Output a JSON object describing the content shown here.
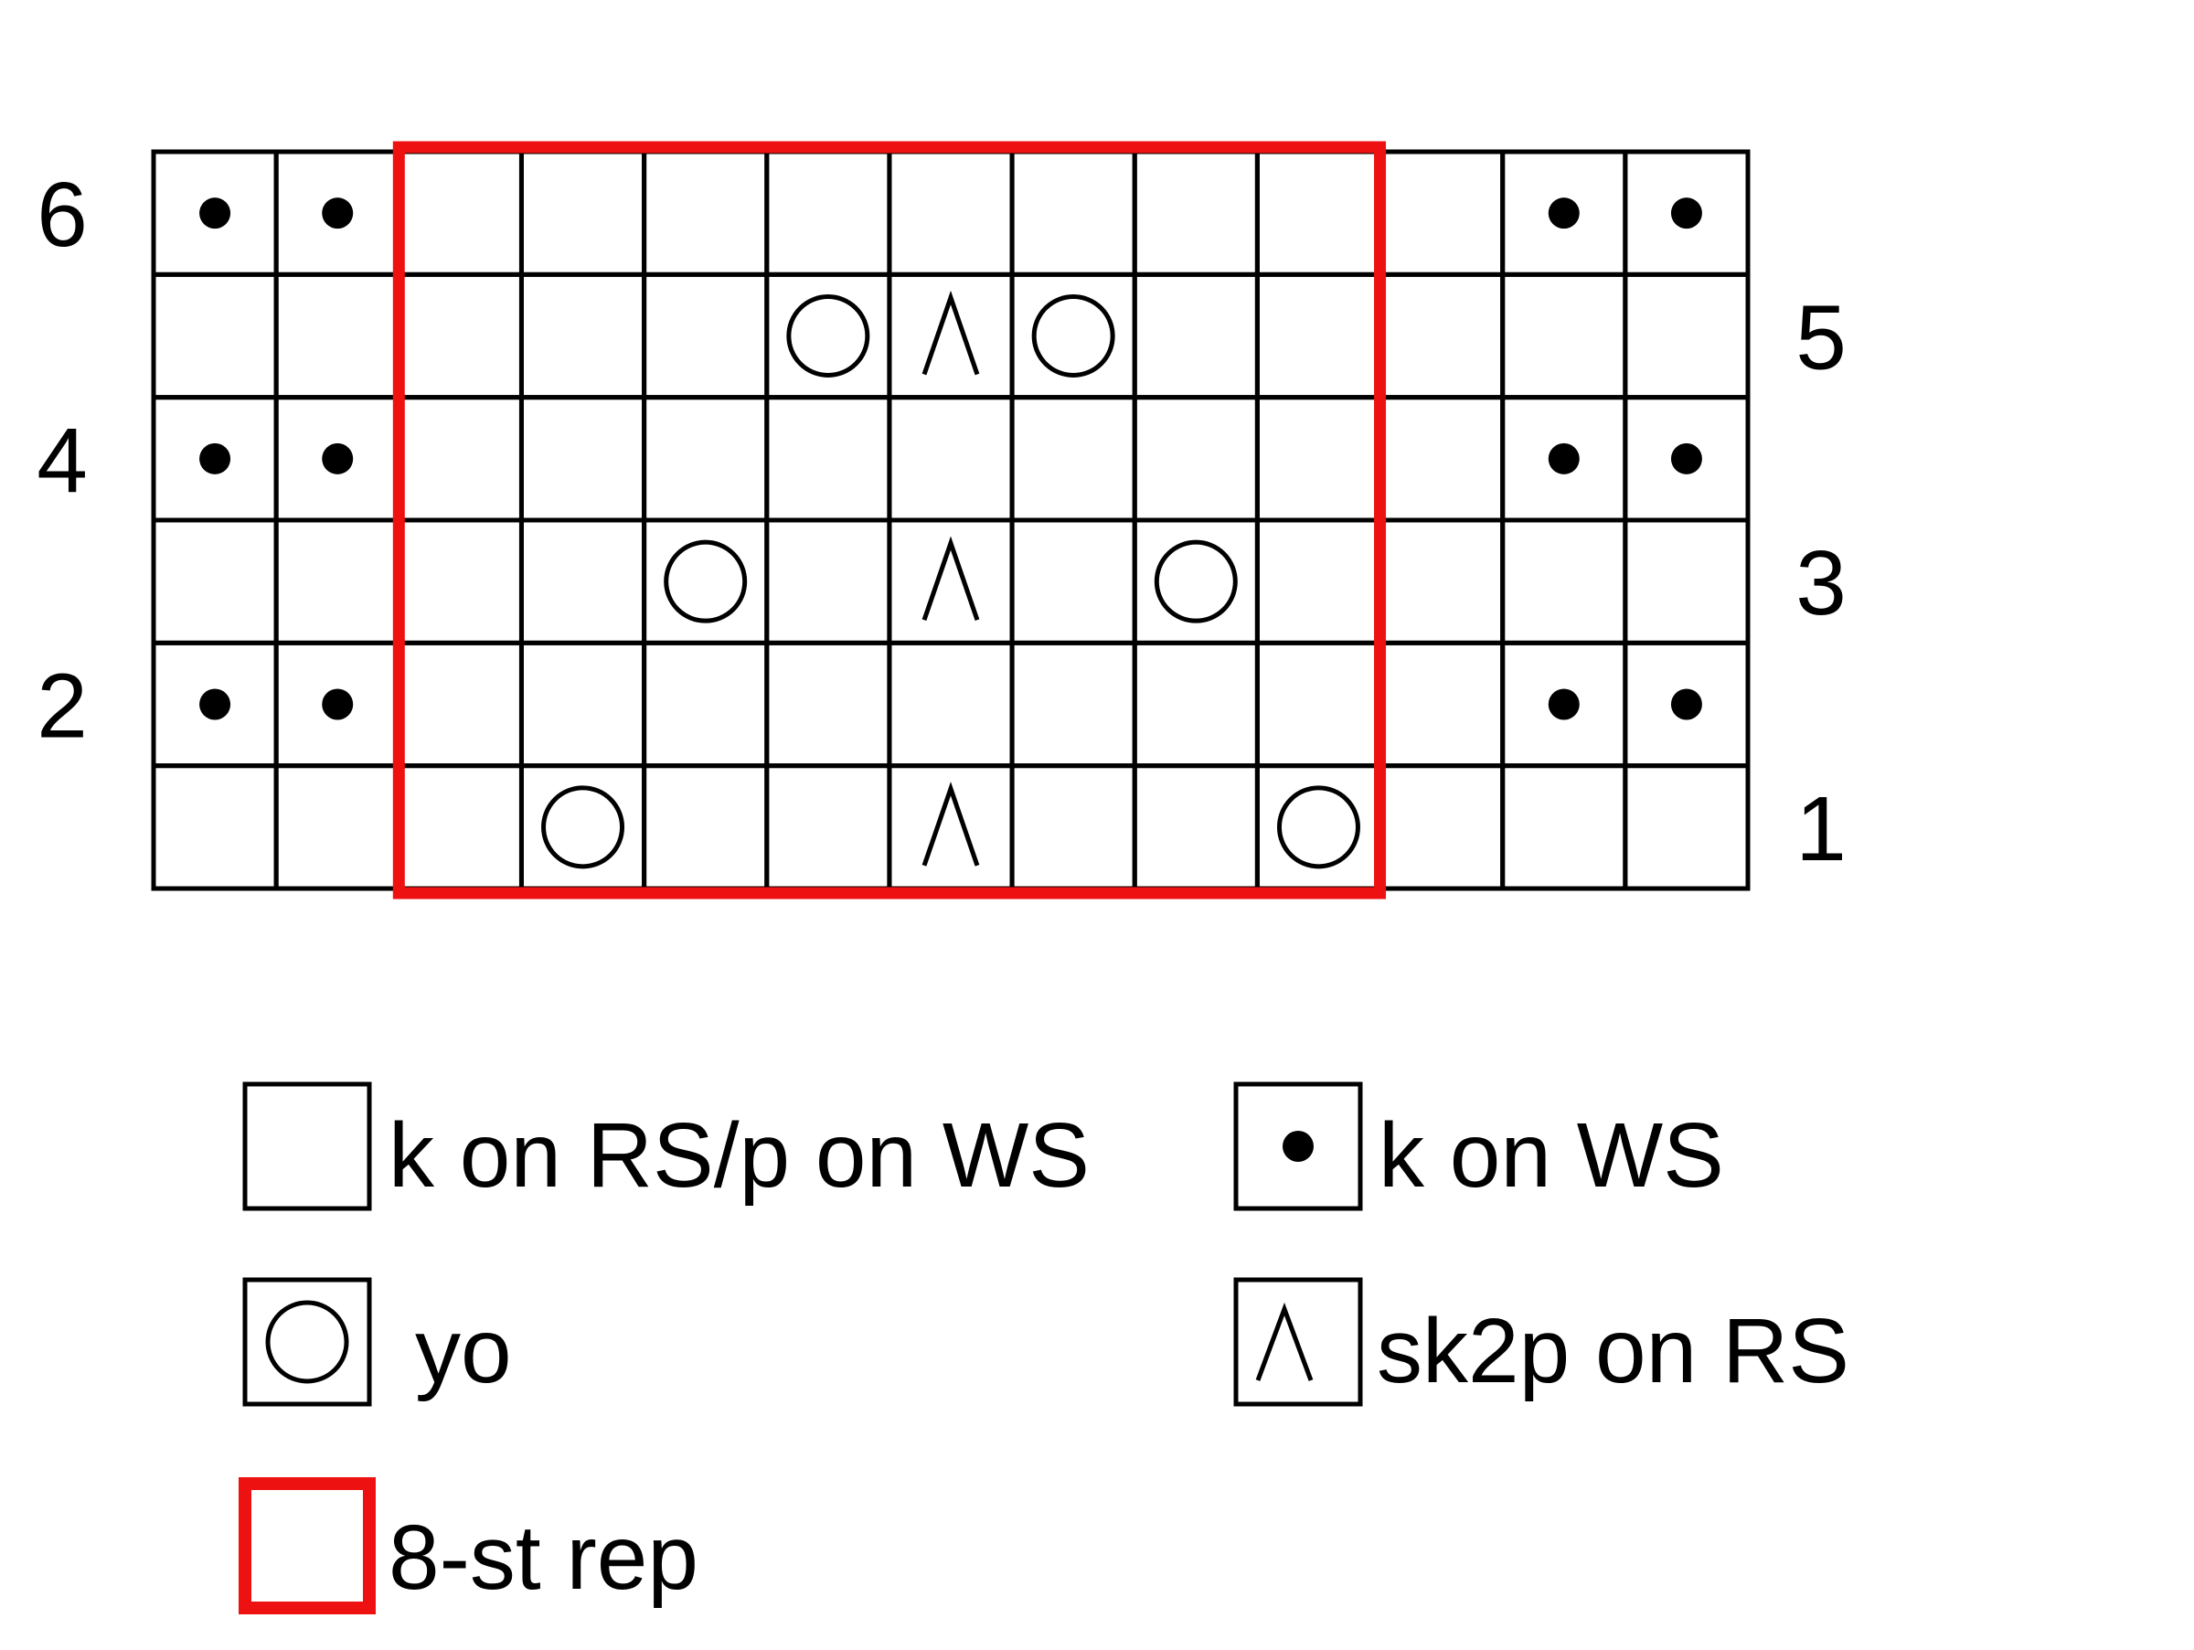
{
  "chart": {
    "stitch_count": 13,
    "rows": [
      {
        "number": "1",
        "cells": [
          "k",
          "k",
          "k",
          "yo",
          "k",
          "k",
          "sk2p",
          "k",
          "k",
          "yo",
          "k",
          "k",
          "k"
        ]
      },
      {
        "number": "2",
        "cells": [
          "p",
          "p",
          "k",
          "k",
          "k",
          "k",
          "k",
          "k",
          "k",
          "k",
          "k",
          "p",
          "p"
        ]
      },
      {
        "number": "3",
        "cells": [
          "k",
          "k",
          "k",
          "k",
          "yo",
          "k",
          "sk2p",
          "k",
          "yo",
          "k",
          "k",
          "k",
          "k"
        ]
      },
      {
        "number": "4",
        "cells": [
          "p",
          "p",
          "k",
          "k",
          "k",
          "k",
          "k",
          "k",
          "k",
          "k",
          "k",
          "p",
          "p"
        ]
      },
      {
        "number": "5",
        "cells": [
          "k",
          "k",
          "k",
          "k",
          "k",
          "yo",
          "sk2p",
          "yo",
          "k",
          "k",
          "k",
          "k",
          "k"
        ]
      },
      {
        "number": "6",
        "cells": [
          "p",
          "p",
          "k",
          "k",
          "k",
          "k",
          "k",
          "k",
          "k",
          "k",
          "k",
          "p",
          "p"
        ]
      }
    ],
    "repeat": {
      "first_stitch": 3,
      "last_stitch": 10,
      "color": "#ee1111"
    }
  },
  "legend": [
    {
      "symbol": "k",
      "label": "k on RS/p on WS"
    },
    {
      "symbol": "p",
      "label": "k on WS"
    },
    {
      "symbol": "yo",
      "label": "yo"
    },
    {
      "symbol": "sk2p",
      "label": "sk2p on RS"
    },
    {
      "symbol": "repeat",
      "label": "8-st rep"
    }
  ],
  "colors": {
    "grid": "#000000",
    "repeat": "#ee1111",
    "background": "#ffffff"
  }
}
